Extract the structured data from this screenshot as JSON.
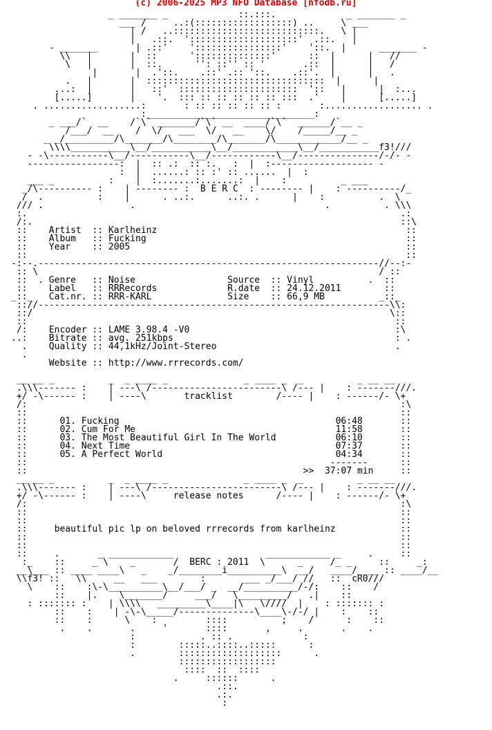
{
  "site_header": "(c) 2006-2025 MP3 NFO Database [nfodb.ru]",
  "nfo_text": [
    "                  _ _______ _             ::.:::.             _ _______ _",
    "                    ___ /     ..:(::::::::::::::::::) ..     \\ ___",
    "                      | /   ..:::::::::::::::::::::::::::.   \\ |",
    "                      |   .::.  '::::::::::::::::::::'  .::.   |",
    "       - _______       | .::'    '::::::::::::::::'    '::.  |      _______ -",
    "         \\\\   |       |  ::      '::::::::::::::'      ::  |      |   //",
    "          \\   |       |  ::.      '': ::'' :: '       .::  |      |   /",
    "               |       |  .'::.    .::' .:: '::.    .::'.  |      |   .",
    "          .   |       |  :::::::::::::::::::::::::::::::::  |      |",
    "        ...:  |       |   ::'  ::::::::::::::::::::::  '::   |      |  :...",
    "        [.....]       |    '.  ::: :: :: :: :: :: :::  .'    |      [.....]",
    "    . ..................:       : :: :: :: :: :: :       :.................. .",
    "                        :_______________________________:",
    "       _ ___/`  __    /`\\` _______/`\\` __  ____/`\\`  ______/`__ _",
    "          /___/  __    /  \\/   ___  \\/   __    \\/    /_____/__ _",
    "      _ _/_________/\\_______/\\________/\\_______/\\____________/__ _",
    "       \\\\\\\\___________\\__/___________\\__/____________\\__/___________f3!///",
    "   - -\\-----------\\__/-----------\\__/------------\\__/---------------/-/- -",
    "   -----------------:  |  :: .:  :: :.   :  |  :------------------- -",
    "                    :  |  ......: :: :' :: ......  |  :",
    "   ___ _          :    |  :.......:.......:  |    :          _ ___",
    "  _/\\---------- :    | -------- :  B E R C  : -------- |    : ----------/_",
    "  /  .          :    |      . ..:.      ..:. .      |    :          .  \\",
    " /// .                .                                   .          . \\\\\\",
    " :.                                                                     .:",
    " /:.                                                                    ::\\",
    " ::    Artist  :: Karlheinz                                              ::",
    " ::    Album   :: Fucking                                                ::",
    " ::    Year    :: 2005                                                   ::",
    " ::                                                                      ::",
    "-:--.---------------------------------------------------------------//--:-",
    " :: \\                                                               / ::",
    " ::  . Genre   :: Noise                 Source  :: Vinyl          .  ::",
    " ::    Label   :: RRRecords             R.date  :: 24.12.2011        ::",
    "_::_   Cat.nr. :: RRR-KARL              Size    :: 66,9 MB          _::_",
    " :://-----------------------------------------------------------------\\\\:",
    " ::/                                                                  \\::",
    " ::                                                                    ::",
    " /:    Encoder :: LAME 3.98.4 -V0                                      :\\",
    "..:    Bitrate :: avg. 251kbps                                         : .",
    "  .    Quality :: 44,1kHz/Joint-Stereo                                 .",
    "  .                                                                     ",
    "       Website :: http://www.rrrecords.com/",
    "",
    " __ __ _          _  _ ____ _              _ ____ _  _          _ __ __",
    " .\\\\\\------- :    | ---\\ /------------------------\\ /--- |    : -------///.",
    " +/ -\\------ :    | ----\\       tracklist        /---- |    : ------/- \\+",
    " /:                                                                     :\\",
    " ::                                                                     ::",
    " ::      01. Fucking                                        06:48       ::",
    " ::      02. Cum For Me                                     11:58       ::",
    " ::      03. The Most Beautiful Girl In The World           06:10       ::",
    " ::      04. Next Time                                      07:37       ::",
    " ::      05. A Perfect World                                04:34       ::",
    " ::                                                        -------      ::",
    " ::                                                   >>  37:07 min     ::",
    " __ __ _          _  _ ____ _              _ ____ _  _          _ __ __",
    " .\\\\\\------- :    | ---\\ /------------------------\\ /--- |    : -------///.",
    " +/ -\\------ :    | ----\\     release notes      /---- |    : ------/- \\+",
    " /:                                                                     :\\",
    " ::                                                                     ::",
    " ::                                                                     ::",
    " ::     beautiful pic lp on beloved rrrecords from karlheinz            ::",
    " ::                                                                     ::",
    " ::                                                                     ::",
    " ::     .       _ ____________                 ____________ _     .     ::",
    "  :_    ::     _ \\    _       /  BERC : 2011  \\      _     /_ _     ::     _:",
    " __\\___ :: ____ ____\\   _    _/________i__________\\  __/   ____/____ :: ____/__",
    " \\\\f3! ::   \\\\     __   ___        :       ___ _/___/ //   ::  cR0///",
    "   \\    ::    :\\-\\__________\\__/___/ _  __/__________/-/:    ::    /",
    "        ::    |.    \\_______/     ___/   \\_________/   .|    ::",
    "   : ::::::: :    | \\\\\\\\   _________\\____|\\   \\////  |    : ::::::: :",
    "        ::    :    | -\\-\\_____/--------------\\____\\-/-/ |    :    ::",
    "        ::    :      \\    :         ::::          ;    /      :    ::",
    "         .    .       .     '       ::::       ,     .       .    .",
    "                      :            . :: .             :",
    "                      :        :::::..::::..:::::      :",
    "                      .        :::::::::::::::::::      .",
    "                               ::::::::::::::::::",
    "                                ::::  ::  ::::",
    "                              .     ::::::      .",
    "                                      .::.",
    "                                      .:.",
    "                                       :"
  ]
}
